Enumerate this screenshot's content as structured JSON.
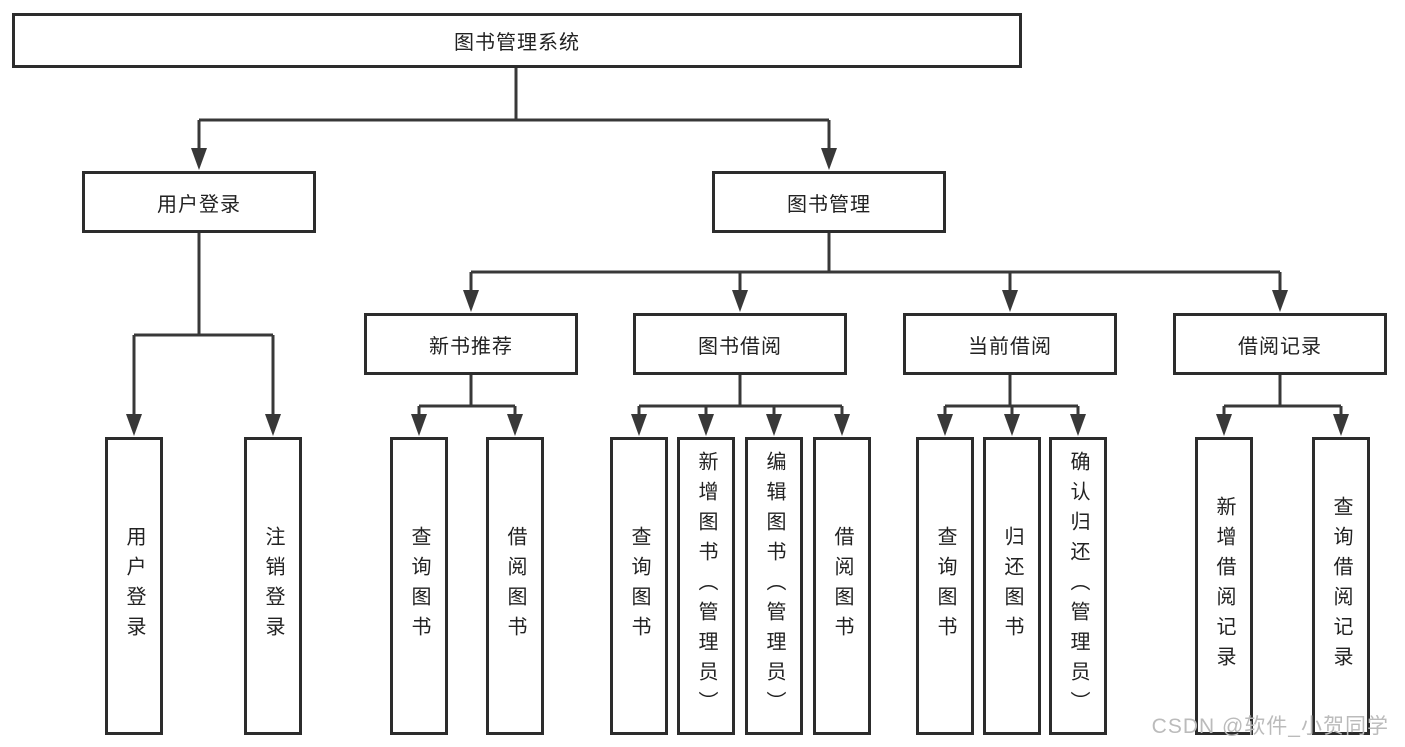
{
  "diagram": {
    "type": "hierarchy",
    "root": {
      "label": "图书管理系统"
    },
    "branches": [
      {
        "label": "用户登录",
        "children": [
          {
            "label": "用户登录"
          },
          {
            "label": "注销登录"
          }
        ]
      },
      {
        "label": "图书管理",
        "children": [
          {
            "label": "新书推荐",
            "children": [
              {
                "label": "查询图书"
              },
              {
                "label": "借阅图书"
              }
            ]
          },
          {
            "label": "图书借阅",
            "children": [
              {
                "label": "查询图书"
              },
              {
                "label": "新增图书（管理员）"
              },
              {
                "label": "编辑图书（管理员）"
              },
              {
                "label": "借阅图书"
              }
            ]
          },
          {
            "label": "当前借阅",
            "children": [
              {
                "label": "查询图书"
              },
              {
                "label": "归还图书"
              },
              {
                "label": "确认归还（管理员）"
              }
            ]
          },
          {
            "label": "借阅记录",
            "children": [
              {
                "label": "新增借阅记录"
              },
              {
                "label": "查询借阅记录"
              }
            ]
          }
        ]
      }
    ],
    "watermark": "CSDN @软件_小贺同学",
    "colors": {
      "line": "#383838",
      "border": "#2c2c2c",
      "text": "#222222",
      "watermark": "#bbbbbb",
      "background": "#ffffff"
    }
  }
}
